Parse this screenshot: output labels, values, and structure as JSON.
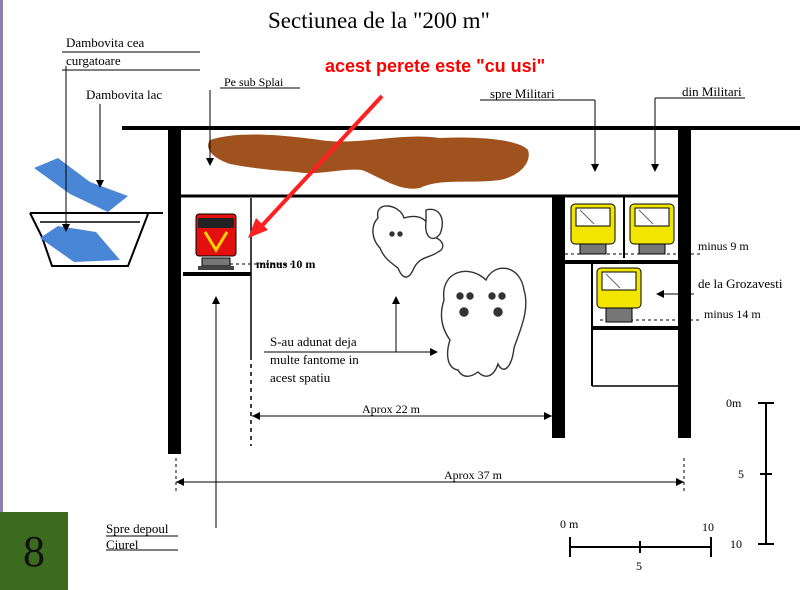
{
  "title": "Sectiunea de la \"200 m\"",
  "red_note": "acest perete este \"cu usi\"",
  "labels": {
    "dambovita_cea": "Dambovita cea",
    "curgatoare": "curgatoare",
    "dambovita_lac": "Dambovita lac",
    "pe_sub_splai": "Pe sub Splai",
    "spre_militari": "spre Militari",
    "din_militari": "din Militari",
    "minus_9": "minus 9 m",
    "minus_10": "minus 10 m",
    "de_la_grozavesti": "de la Grozavesti",
    "minus_14": "minus 14 m",
    "fantome_1": "S-au adunat deja",
    "fantome_2": "multe fantome in",
    "fantome_3": "acest spatiu",
    "aprox_22": "Aprox  22 m",
    "aprox_37": "Aprox  37 m",
    "spre_depoul_1": "Spre depoul",
    "spre_depoul_2": "Ciurel"
  },
  "vertical_scale": {
    "top": "0m",
    "mid": "5",
    "bottom": "10"
  },
  "horizontal_scale": {
    "left": "0 m",
    "right": "10",
    "mid": "5"
  },
  "slide_number": "8",
  "colors": {
    "water": "#4a86d6",
    "mud": "#a0521e",
    "red_train": "#e41010",
    "yellow_train": "#f2e600",
    "arrow_red": "#ff2020"
  }
}
